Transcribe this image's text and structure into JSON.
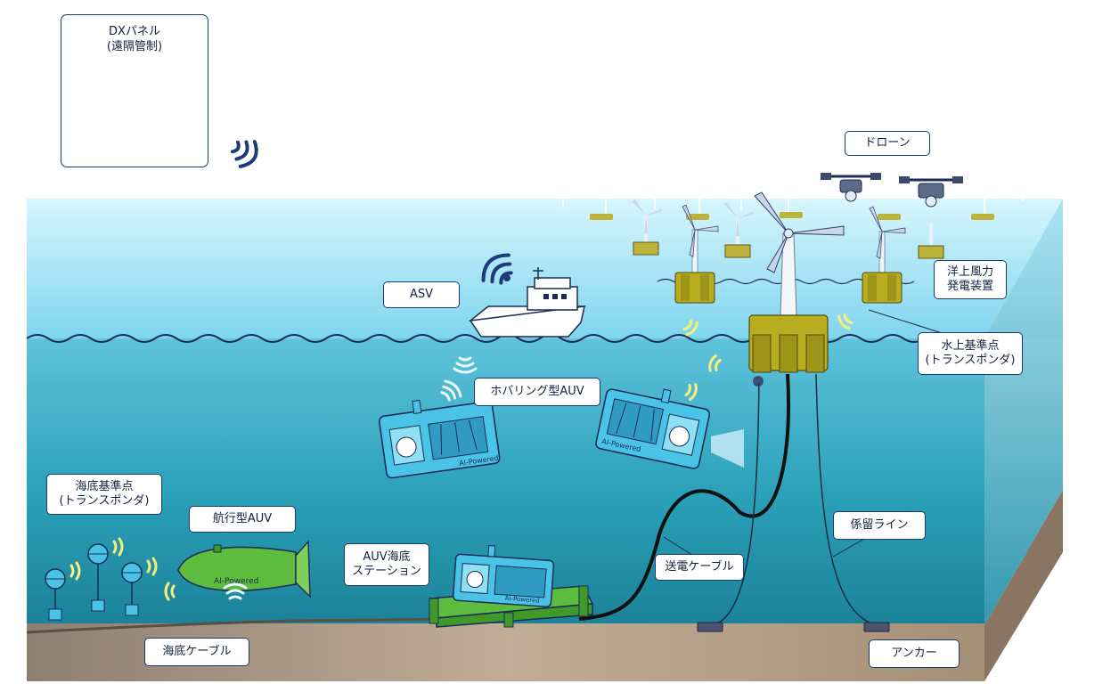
{
  "labels": {
    "dx_panel": [
      "DXパネル",
      "(遠隔管制)"
    ],
    "drone": "ドローン",
    "asv": "ASV",
    "offshore_wind": [
      "洋上風力",
      "発電装置"
    ],
    "surface_reference": [
      "水上基準点",
      "(トランスポンダ)"
    ],
    "hovering_auv": "ホバリング型AUV",
    "seabed_reference": [
      "海底基準点",
      "(トランスポンダ)"
    ],
    "cruising_auv": "航行型AUV",
    "auv_station": [
      "AUV海底",
      "ステーション"
    ],
    "power_cable": "送電ケーブル",
    "mooring_line": "係留ライン",
    "seabed_cable": "海底ケーブル",
    "anchor": "アンカー"
  },
  "vehicle_marking": "AI-Powered",
  "colors": {
    "ocean_top": "#bfeefc",
    "ocean_deep": "#1a8fa6",
    "seabed": "#b09c86",
    "label_border": "#1c3b6e",
    "float_yellow": "#b8ad1e",
    "auv_green": "#5dbb3d",
    "robot_cyan": "#49c3e6",
    "signal_yellow": "#f6ef79",
    "signal_navy": "#1d3b7c"
  }
}
